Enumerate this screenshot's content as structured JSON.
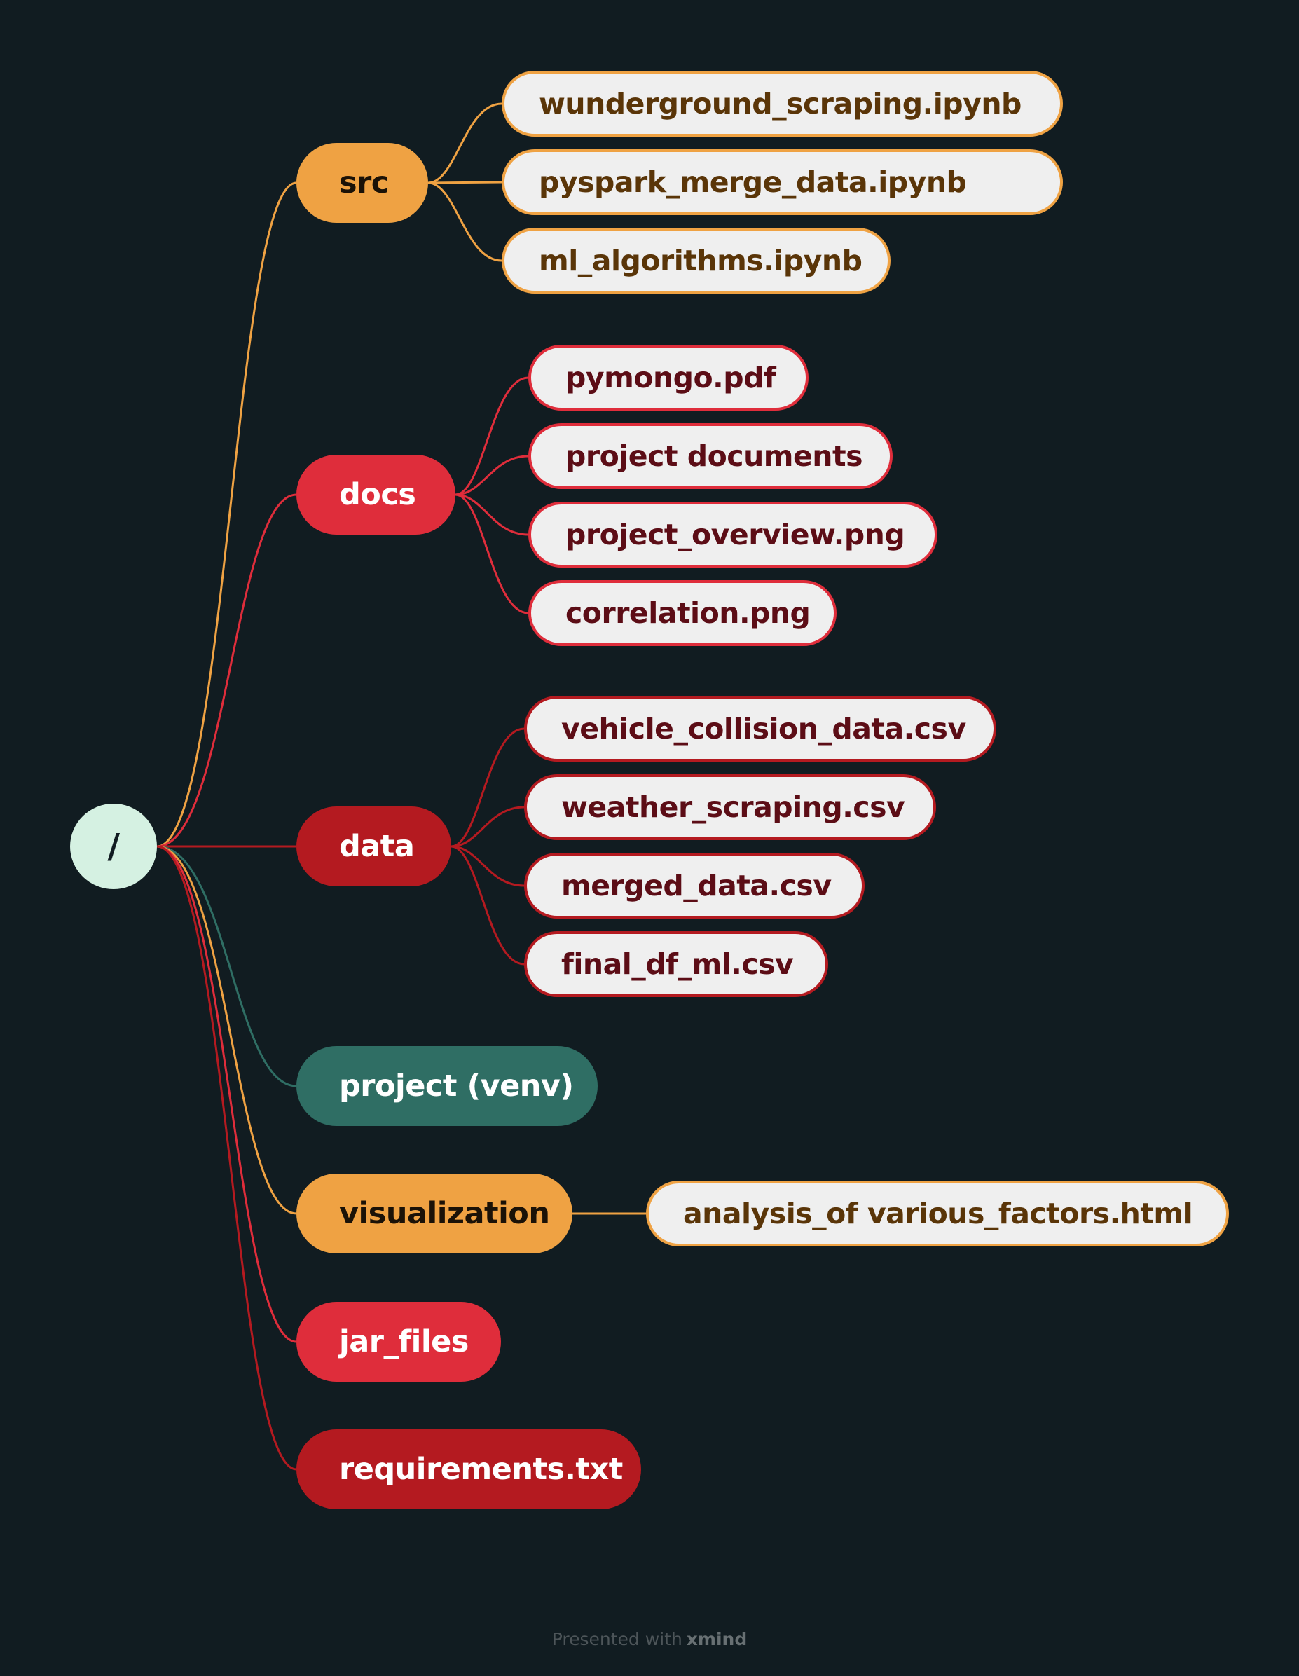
{
  "root": {
    "label": "/"
  },
  "colors": {
    "background": "#111c21",
    "orange": "#efa243",
    "red": "#df2d3b",
    "dark_red": "#b41a20",
    "teal": "#2f6e64",
    "root": "#d5f1e2",
    "leaf_fill": "#efefef"
  },
  "branches": [
    {
      "label": "src",
      "color": "orange",
      "children": [
        "wunderground_scraping.ipynb",
        "pyspark_merge_data.ipynb",
        "ml_algorithms.ipynb"
      ]
    },
    {
      "label": "docs",
      "color": "red",
      "children": [
        "pymongo.pdf",
        "project documents",
        "project_overview.png",
        "correlation.png"
      ]
    },
    {
      "label": "data",
      "color": "dark_red",
      "children": [
        "vehicle_collision_data.csv",
        "weather_scraping.csv",
        "merged_data.csv",
        "final_df_ml.csv"
      ]
    },
    {
      "label": "project (venv)",
      "color": "teal",
      "children": []
    },
    {
      "label": "visualization",
      "color": "orange",
      "children": [
        "analysis_of various_factors.html"
      ]
    },
    {
      "label": "jar_files",
      "color": "red",
      "children": []
    },
    {
      "label": "requirements.txt",
      "color": "dark_red",
      "children": []
    }
  ],
  "footer": {
    "prefix": "Presented with",
    "brand": "xmind"
  }
}
